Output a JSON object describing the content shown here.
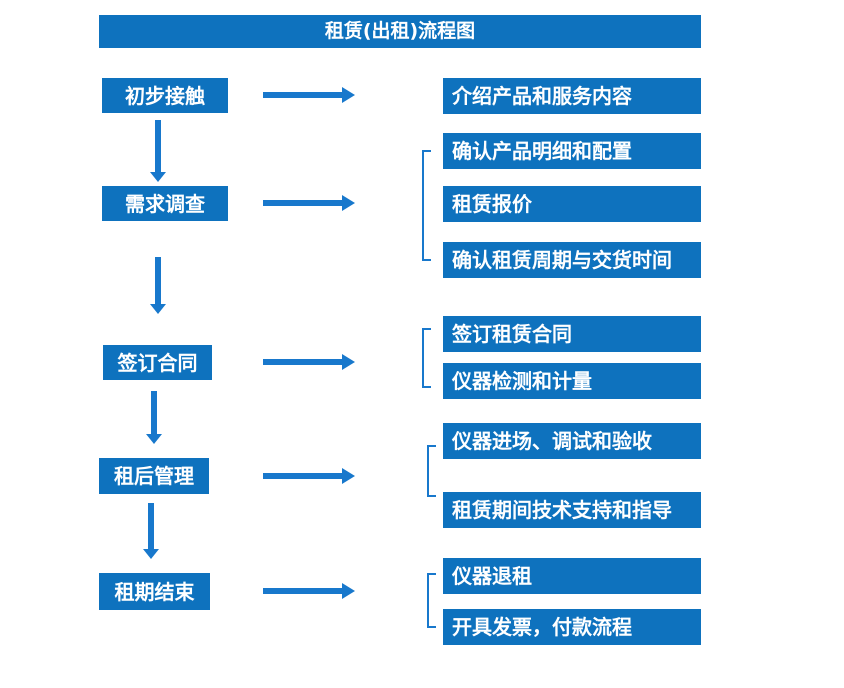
{
  "title": "租赁(出租)流程图",
  "colors": {
    "box-fill": "#0E72BE",
    "arrow": "#1878CC",
    "text": "#FFFFFF",
    "background": "#FFFFFF"
  },
  "flow": [
    {
      "stage": "初步接触",
      "details": [
        "介绍产品和服务内容"
      ]
    },
    {
      "stage": "需求调查",
      "details": [
        "确认产品明细和配置",
        "租赁报价",
        "确认租赁周期与交货时间"
      ]
    },
    {
      "stage": "签订合同",
      "details": [
        "签订租赁合同",
        "仪器检测和计量"
      ]
    },
    {
      "stage": "租后管理",
      "details": [
        "仪器进场、调试和验收",
        "租赁期间技术支持和指导"
      ]
    },
    {
      "stage": "租期结束",
      "details": [
        "仪器退租",
        "开具发票，付款流程"
      ]
    }
  ]
}
